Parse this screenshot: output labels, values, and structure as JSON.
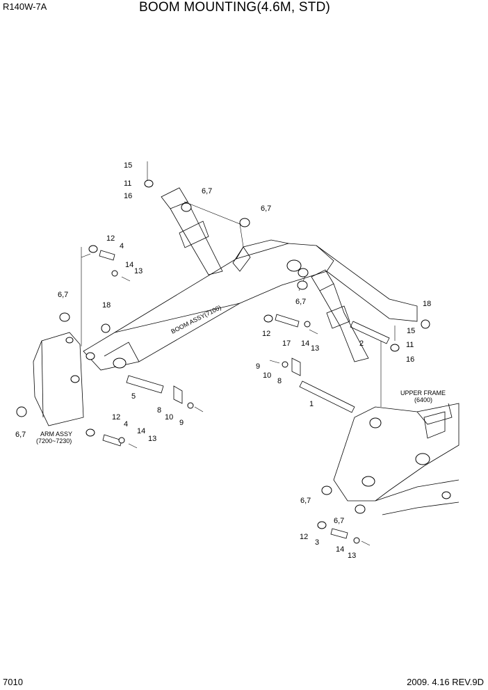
{
  "header": {
    "model": "R140W-7A",
    "title": "BOOM MOUNTING(4.6M, STD)"
  },
  "footer": {
    "page_number": "7010",
    "revision": "2009. 4.16  REV.9D"
  },
  "assemblies": {
    "boom": "BOOM ASSY(7100)",
    "arm_name": "ARM ASSY",
    "arm_ref": "(7200~7230)",
    "frame_name": "UPPER FRAME",
    "frame_ref": "(6400)"
  },
  "callouts": [
    "15",
    "11",
    "16",
    "6,7",
    "6,7",
    "12",
    "4",
    "14",
    "13",
    "6,7",
    "18",
    "18",
    "6,7",
    "15",
    "11",
    "16",
    "12",
    "17",
    "14",
    "13",
    "2",
    "9",
    "10",
    "8",
    "1",
    "5",
    "8",
    "10",
    "9",
    "6,7",
    "12",
    "4",
    "14",
    "13",
    "6,7",
    "6,7",
    "12",
    "3",
    "14",
    "13"
  ]
}
